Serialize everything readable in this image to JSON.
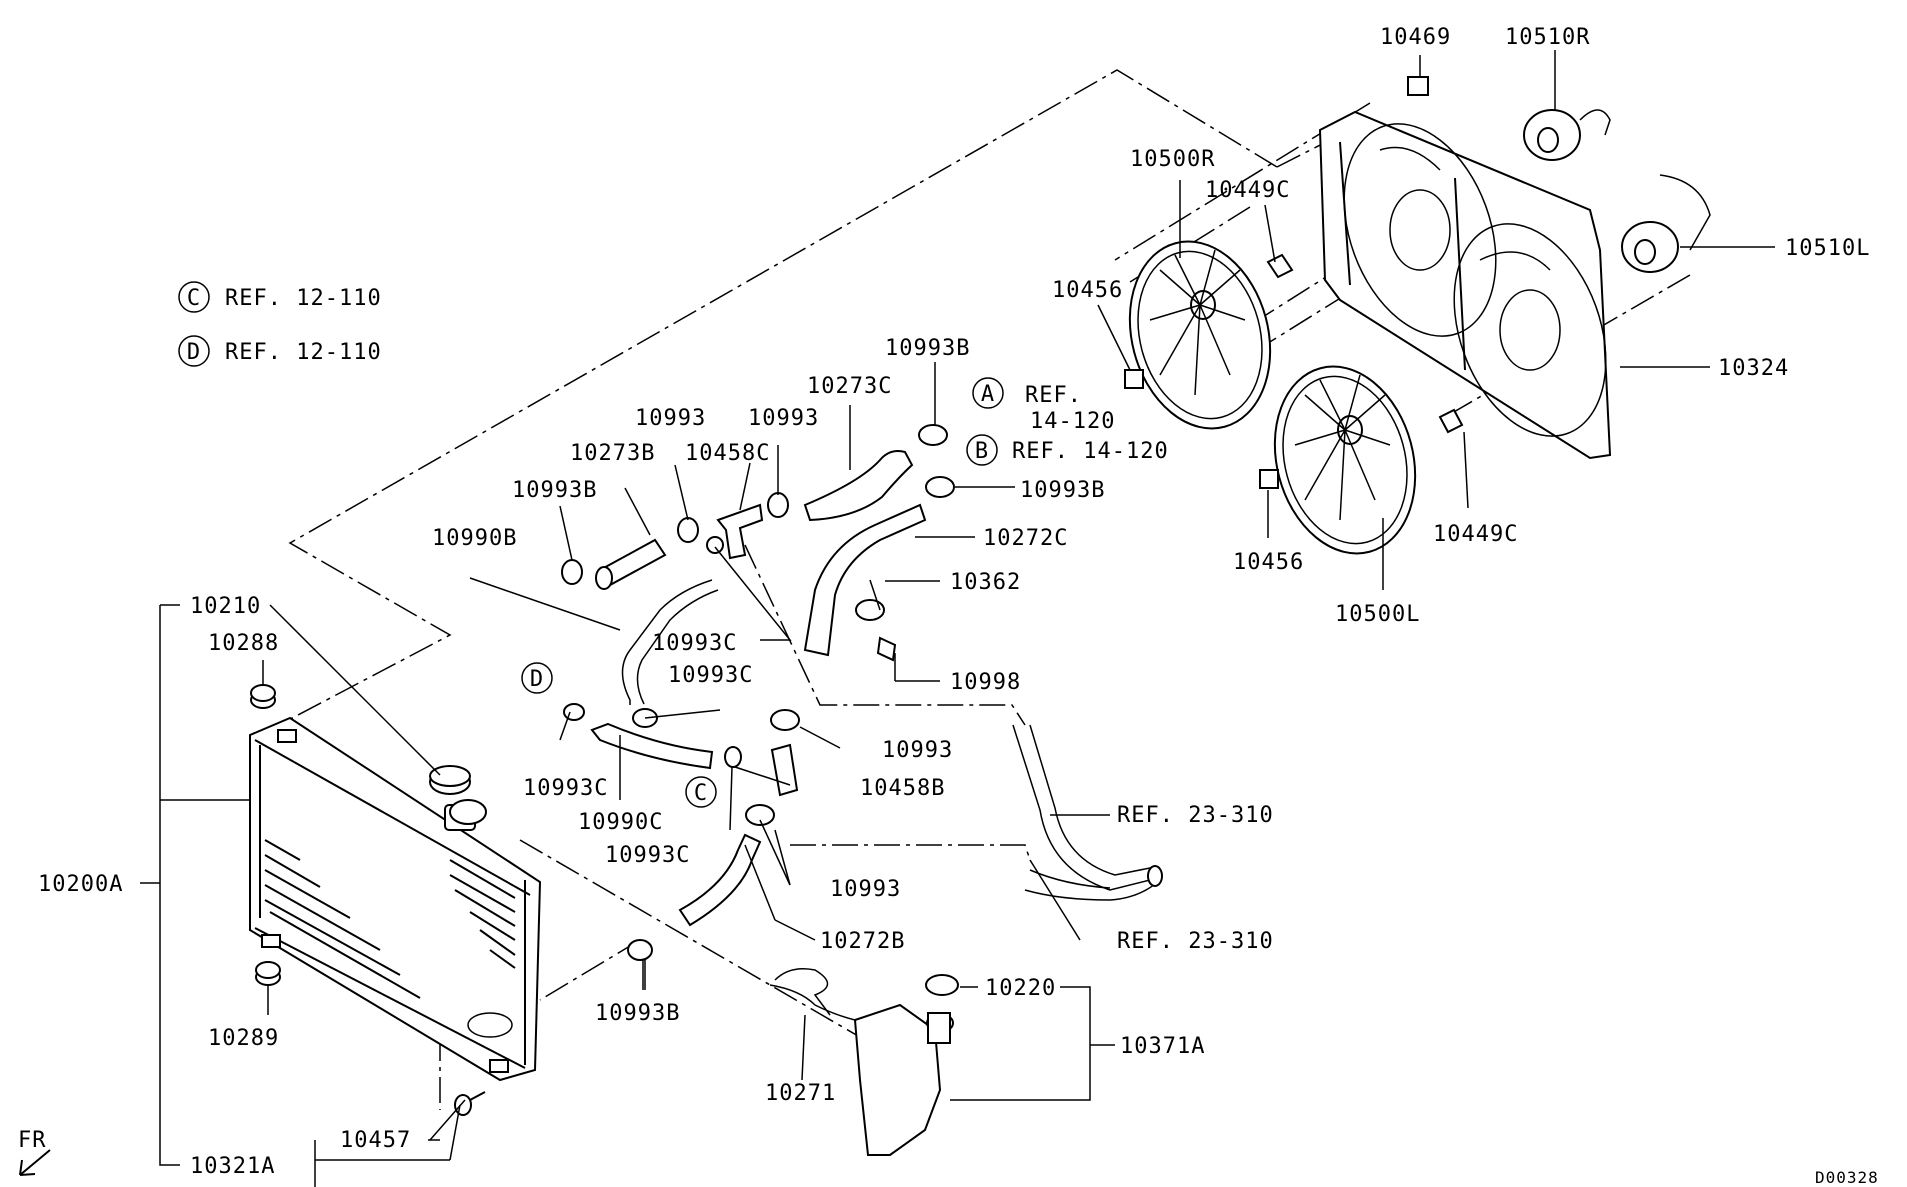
{
  "diagram_code": "D00328",
  "fr_label": "FR",
  "refs": {
    "c_circle": "C",
    "c_text": "REF. 12-110",
    "d_circle": "D",
    "d_text": "REF. 12-110",
    "a_circle": "A",
    "a_text_1": "REF.",
    "a_text_2": "14-120",
    "b_circle": "B",
    "b_text": "REF. 14-120",
    "ref_23_310_upper": "REF. 23-310",
    "ref_23_310_lower": "REF. 23-310",
    "c_lower_circle": "C",
    "d_lower_circle": "D"
  },
  "parts": {
    "p10469": "10469",
    "p10510R": "10510R",
    "p10510L": "10510L",
    "p10500R": "10500R",
    "p10449C_top": "10449C",
    "p10456_top": "10456",
    "p10324": "10324",
    "p10456_bottom": "10456",
    "p10449C_bottom": "10449C",
    "p10500L": "10500L",
    "p10993B_a": "10993B",
    "p10273C": "10273C",
    "p10993_a": "10993",
    "p10993_b": "10993",
    "p10458C": "10458C",
    "p10273B": "10273B",
    "p10993B_b": "10993B",
    "p10993B_c": "10993B",
    "p10990B": "10990B",
    "p10272C": "10272C",
    "p10362": "10362",
    "p10993C_a": "10993C",
    "p10998": "10998",
    "p10993C_b": "10993C",
    "p10993_c": "10993",
    "p10458B": "10458B",
    "p10993C_c": "10993C",
    "p10990C": "10990C",
    "p10993C_d": "10993C",
    "p10993_d": "10993",
    "p10272B": "10272B",
    "p10210": "10210",
    "p10288": "10288",
    "p10200A": "10200A",
    "p10289": "10289",
    "p10993B_d": "10993B",
    "p10220": "10220",
    "p10371A": "10371A",
    "p10271": "10271",
    "p10457": "10457",
    "p10321A": "10321A"
  }
}
